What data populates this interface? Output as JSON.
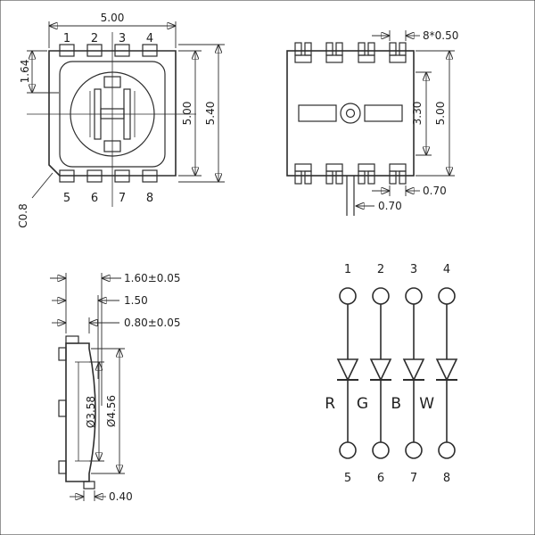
{
  "drawing": {
    "top_view": {
      "dim_width": "5.00",
      "dim_inner_height": "5.00",
      "dim_outer_height": "5.40",
      "dim_edge_offset": "1.64",
      "chamfer_note": "C0.8",
      "pins_top": [
        "1",
        "2",
        "3",
        "4"
      ],
      "pins_bottom": [
        "5",
        "6",
        "7",
        "8"
      ]
    },
    "pad_view": {
      "dim_pads": "8*0.50",
      "dim_inner_span": "3.30",
      "dim_outer_span": "5.00",
      "dim_pad_width": "0.70",
      "dim_lead_offset": "0.70"
    },
    "side_view": {
      "dim_total": "1.60±0.05",
      "dim_mid": "1.50",
      "dim_base": "0.80±0.05",
      "dim_lens_inner": "Ø3.58",
      "dim_lens_outer": "Ø4.56",
      "dim_foot": "0.40"
    },
    "schematic": {
      "pins_top": [
        "1",
        "2",
        "3",
        "4"
      ],
      "pins_bottom": [
        "5",
        "6",
        "7",
        "8"
      ],
      "channels": [
        "R",
        "G",
        "B",
        "W"
      ]
    }
  },
  "colors": {
    "line": "#2d2d2d",
    "text": "#1f1f1f",
    "background": "#ffffff"
  }
}
